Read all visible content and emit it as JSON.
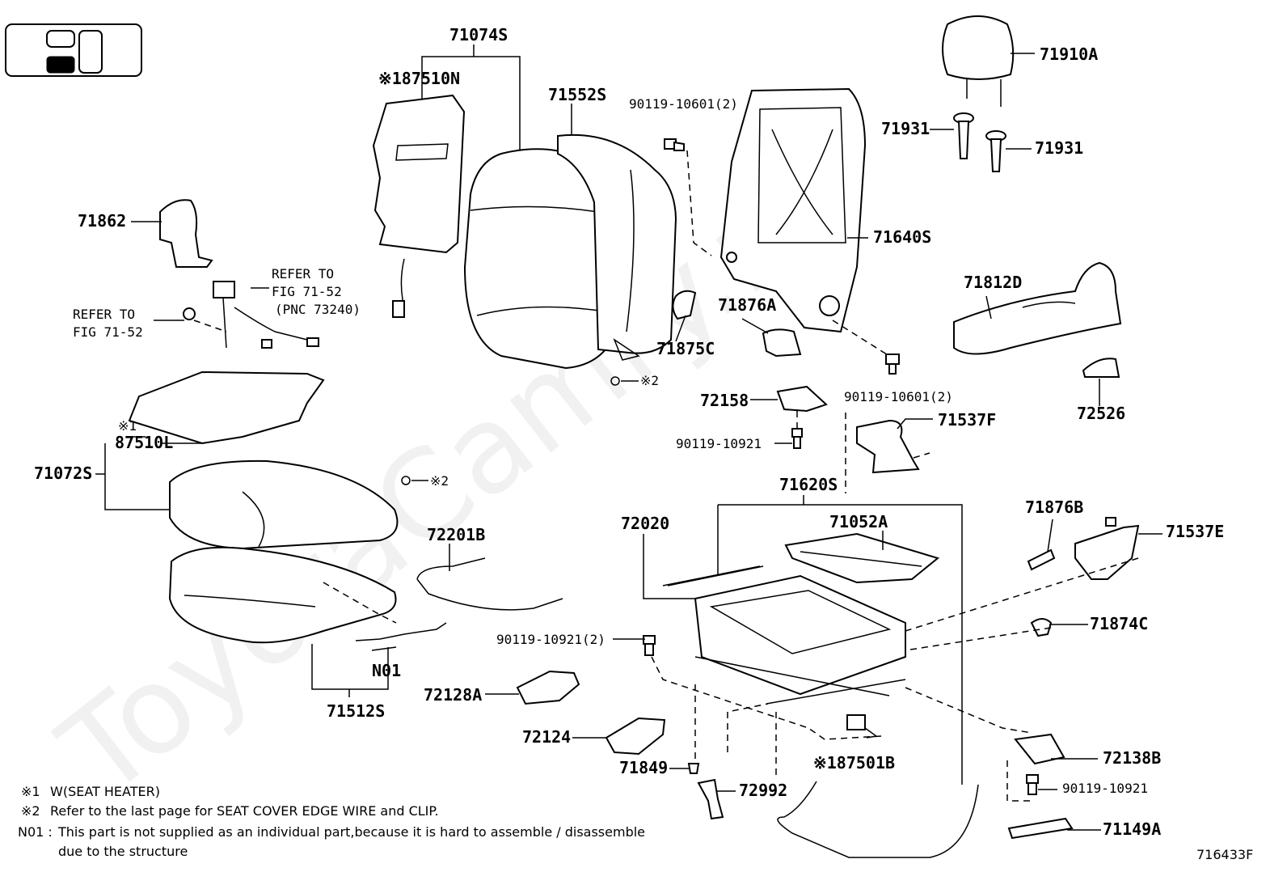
{
  "watermark": "ToyotaCamry.ru",
  "figure_code": "716433F",
  "parts": {
    "p71074S": "71074S",
    "p87510N": "※187510N",
    "p71552S": "71552S",
    "p90119_10601_top": "90119-10601(2)",
    "p71910A": "71910A",
    "p71931_a": "71931",
    "p71931_b": "71931",
    "p71862": "71862",
    "p71640S": "71640S",
    "p71812D": "71812D",
    "p71876A": "71876A",
    "p71875C": "71875C",
    "p90119_10601_mid": "90119-10601(2)",
    "p72526": "72526",
    "p72158": "72158",
    "p71537F": "71537F",
    "p90119_10921_a": "90119-10921",
    "p87510L_mark": "※1",
    "p87510L": "87510L",
    "p71072S": "71072S",
    "p71620S": "71620S",
    "p72020": "72020",
    "p71052A": "71052A",
    "p71876B": "71876B",
    "p71537E": "71537E",
    "p72201B": "72201B",
    "p71874C": "71874C",
    "p90119_10921_2": "90119-10921(2)",
    "pN01": "N01",
    "p72128A": "72128A",
    "p71512S": "71512S",
    "p72124": "72124",
    "p72138B": "72138B",
    "p71849": "71849",
    "p87501B": "※187501B",
    "p72992": "72992",
    "p90119_10921_b": "90119-10921",
    "p71149A": "71149A"
  },
  "clips": {
    "clip_a": "※2",
    "clip_b": "※2"
  },
  "refer": {
    "r1_line1": "REFER TO",
    "r1_line2": "FIG 71-52",
    "r1_line3": "(PNC 73240)",
    "r2_line1": "REFER TO",
    "r2_line2": "FIG 71-52"
  },
  "notes": {
    "n1_mark": "※1",
    "n1_text": "W(SEAT  HEATER)",
    "n2_mark": "※2",
    "n2_text": "Refer to the last page for SEAT COVER EDGE WIRE and CLIP.",
    "n3_mark": "N01 :",
    "n3_text1": "This part is not supplied as an individual part,because it is hard to assemble / disassemble",
    "n3_text2": "due to the structure"
  }
}
